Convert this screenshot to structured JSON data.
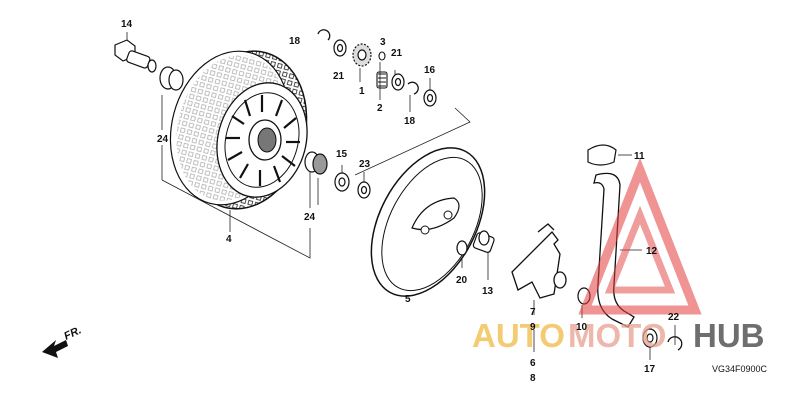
{
  "labels": {
    "p1": "1",
    "p2": "2",
    "p3": "3",
    "p4": "4",
    "p5": "5",
    "p6": "6",
    "p7": "7",
    "p8": "8",
    "p9": "9",
    "p10": "10",
    "p11": "11",
    "p12": "12",
    "p13": "13",
    "p14": "14",
    "p15": "15",
    "p16": "16",
    "p17": "17",
    "p18a": "18",
    "p18b": "18",
    "p20": "20",
    "p21a": "21",
    "p21b": "21",
    "p22": "22",
    "p23": "23",
    "p24a": "24",
    "p24b": "24"
  },
  "front_marker": "FR.",
  "diagram_code": "VG34F0900C",
  "watermark": {
    "part1": "AUTO",
    "part2": "MOTO",
    "part3": "HUB"
  },
  "colors": {
    "watermark_yellow": "#f2c25a",
    "watermark_red": "#e23b3b",
    "watermark_dark": "#555555"
  }
}
